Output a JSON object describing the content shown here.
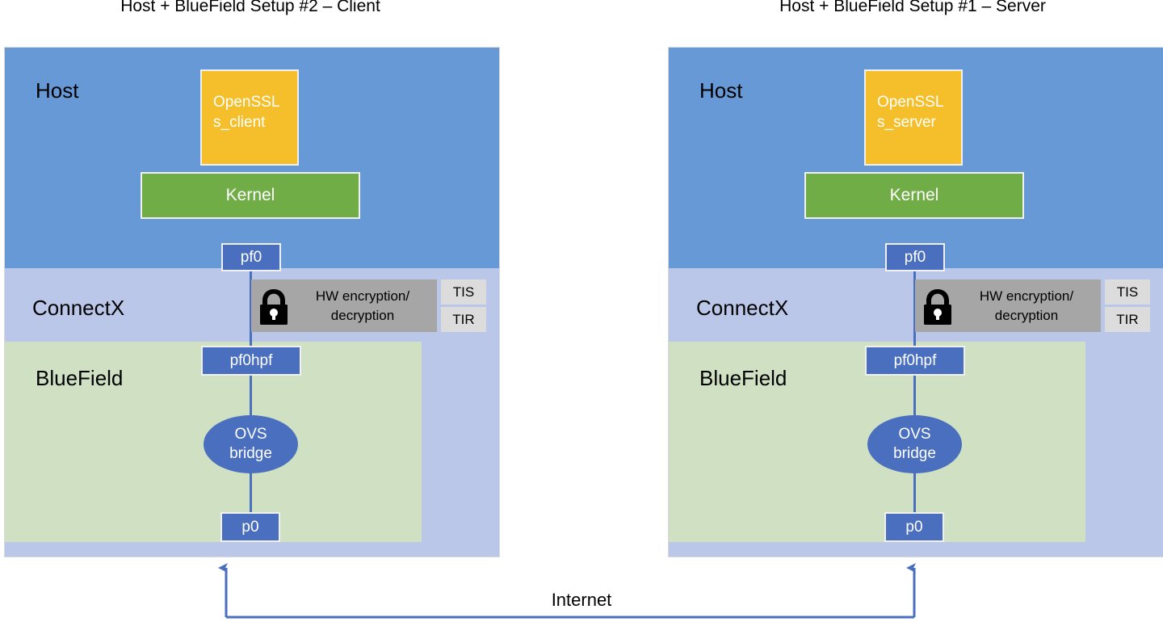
{
  "diagram": {
    "panels": [
      {
        "id": "left",
        "title": "Host + BlueField Setup #2 – Client",
        "zones": {
          "host": "Host",
          "connectx": "ConnectX",
          "bluefield": "BlueField"
        },
        "openssl": {
          "line1": "OpenSSL",
          "line2": "s_client"
        },
        "kernel": "Kernel",
        "ports": {
          "pf0": "pf0",
          "pf0hpf": "pf0hpf",
          "p0": "p0"
        },
        "ovs": {
          "line1": "OVS",
          "line2": "bridge"
        },
        "hw_encryption": {
          "line1": "HW encryption/",
          "line2": "decryption"
        },
        "tis_tir": [
          "TIS",
          "TIR"
        ]
      },
      {
        "id": "right",
        "title": "Host + BlueField Setup #1 – Server",
        "zones": {
          "host": "Host",
          "connectx": "ConnectX",
          "bluefield": "BlueField"
        },
        "openssl": {
          "line1": "OpenSSL",
          "line2": "s_server"
        },
        "kernel": "Kernel",
        "ports": {
          "pf0": "pf0",
          "pf0hpf": "pf0hpf",
          "p0": "p0"
        },
        "ovs": {
          "line1": "OVS",
          "line2": "bridge"
        },
        "hw_encryption": {
          "line1": "HW encryption/",
          "line2": "decryption"
        },
        "tis_tir": [
          "TIS",
          "TIR"
        ]
      }
    ],
    "network": {
      "link_label": "Internet"
    },
    "colors": {
      "host_blue": "#6699d6",
      "connectx_lavender": "#bac7e8",
      "bluefield_green": "#cfe0c3",
      "openssl_yellow": "#f5bf2c",
      "kernel_green": "#70ad47",
      "port_blue": "#4a6fbf",
      "hw_gray": "#a6a6a6",
      "tistir_gray": "#dcdcdc",
      "link_blue": "#4a6fbf"
    }
  }
}
